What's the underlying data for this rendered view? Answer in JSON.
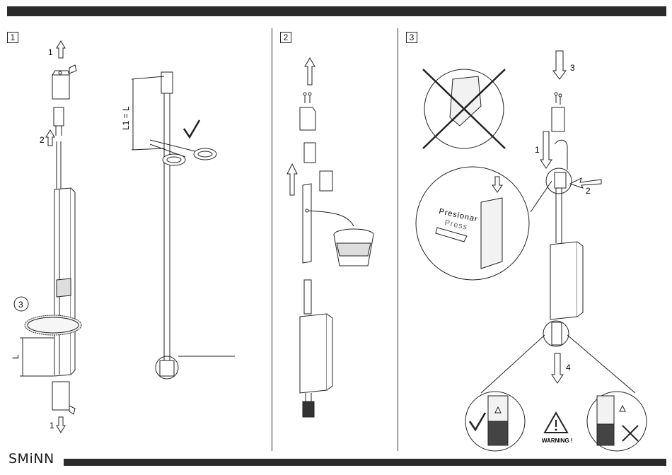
{
  "brand": {
    "logo_text": "SMiNN"
  },
  "steps": [
    {
      "number": "1"
    },
    {
      "number": "2"
    },
    {
      "number": "3"
    }
  ],
  "step1": {
    "arrow_top_label": "1",
    "arrow_mid_label": "2",
    "arrow_bottom_label": "1",
    "blade_callout": "3",
    "length_label": "L",
    "cut_length_label": "L1 = L"
  },
  "step3": {
    "arrow_3_label": "3",
    "arrow_1_label": "1",
    "arrow_2_label": "2",
    "arrow_4_label": "4",
    "press_es": "Presionar",
    "press_en": "Press",
    "warning_text": "WARNING !"
  }
}
